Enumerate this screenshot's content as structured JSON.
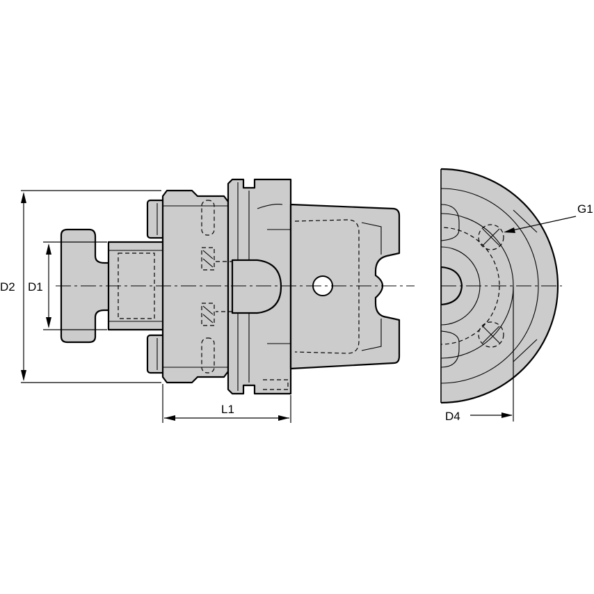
{
  "drawing": {
    "labels": {
      "d2": "D2",
      "d1": "D1",
      "l1": "L1",
      "d4": "D4",
      "g1": "G1"
    }
  }
}
